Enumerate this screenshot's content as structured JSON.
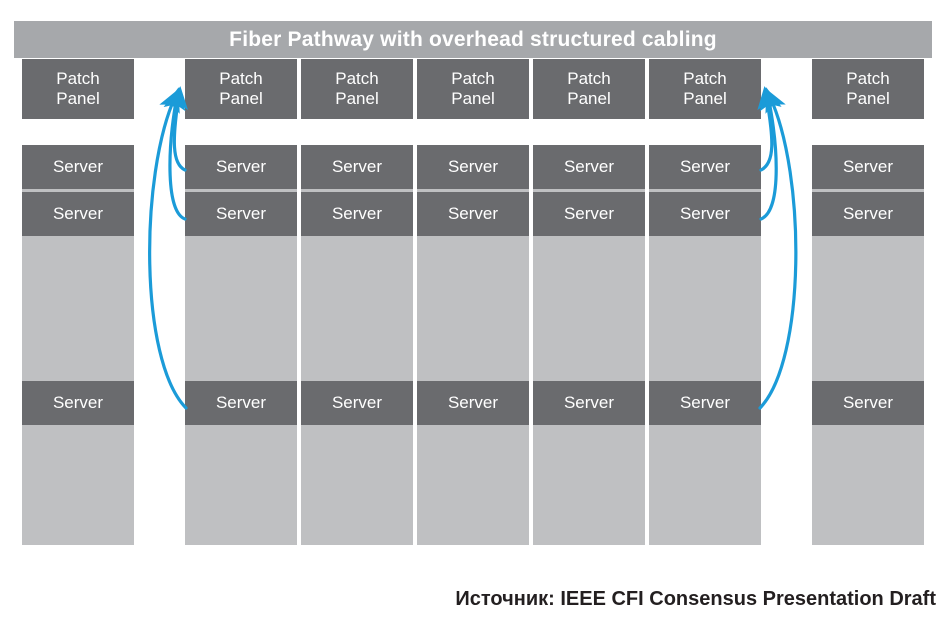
{
  "diagram": {
    "title": "Fiber Pathway with overhead structured cabling",
    "title_bar_color": "#a6a8ab",
    "unit_color": "#6a6b6e",
    "rack_body_color": "#bfc0c2",
    "arrow_color": "#1b9bd8",
    "patch_panel": {
      "line1": "Patch",
      "line2": "Panel"
    },
    "server_label": "Server",
    "racks": [
      {
        "id": "rack-1",
        "patch_panel": {
          "line1": "Patch",
          "line2": "Panel"
        },
        "units": [
          "Server",
          "Server",
          "Server"
        ]
      },
      {
        "id": "rack-2",
        "patch_panel": {
          "line1": "Patch",
          "line2": "Panel"
        },
        "units": [
          "Server",
          "Server",
          "Server"
        ]
      },
      {
        "id": "rack-3",
        "patch_panel": {
          "line1": "Patch",
          "line2": "Panel"
        },
        "units": [
          "Server",
          "Server",
          "Server"
        ]
      },
      {
        "id": "rack-4",
        "patch_panel": {
          "line1": "Patch",
          "line2": "Panel"
        },
        "units": [
          "Server",
          "Server",
          "Server"
        ]
      },
      {
        "id": "rack-5",
        "patch_panel": {
          "line1": "Patch",
          "line2": "Panel"
        },
        "units": [
          "Server",
          "Server",
          "Server"
        ]
      },
      {
        "id": "rack-6",
        "patch_panel": {
          "line1": "Patch",
          "line2": "Panel"
        },
        "units": [
          "Server",
          "Server",
          "Server"
        ]
      },
      {
        "id": "rack-7",
        "patch_panel": {
          "line1": "Patch",
          "line2": "Panel"
        },
        "units": [
          "Server",
          "Server",
          "Server"
        ]
      }
    ],
    "cable_arrows": {
      "left_group_label": "cable-bundle-left",
      "right_group_label": "cable-bundle-right",
      "count_left": 3,
      "count_right": 3
    }
  },
  "footer": {
    "source": "Источник: IEEE CFI Consensus Presentation Draft"
  }
}
